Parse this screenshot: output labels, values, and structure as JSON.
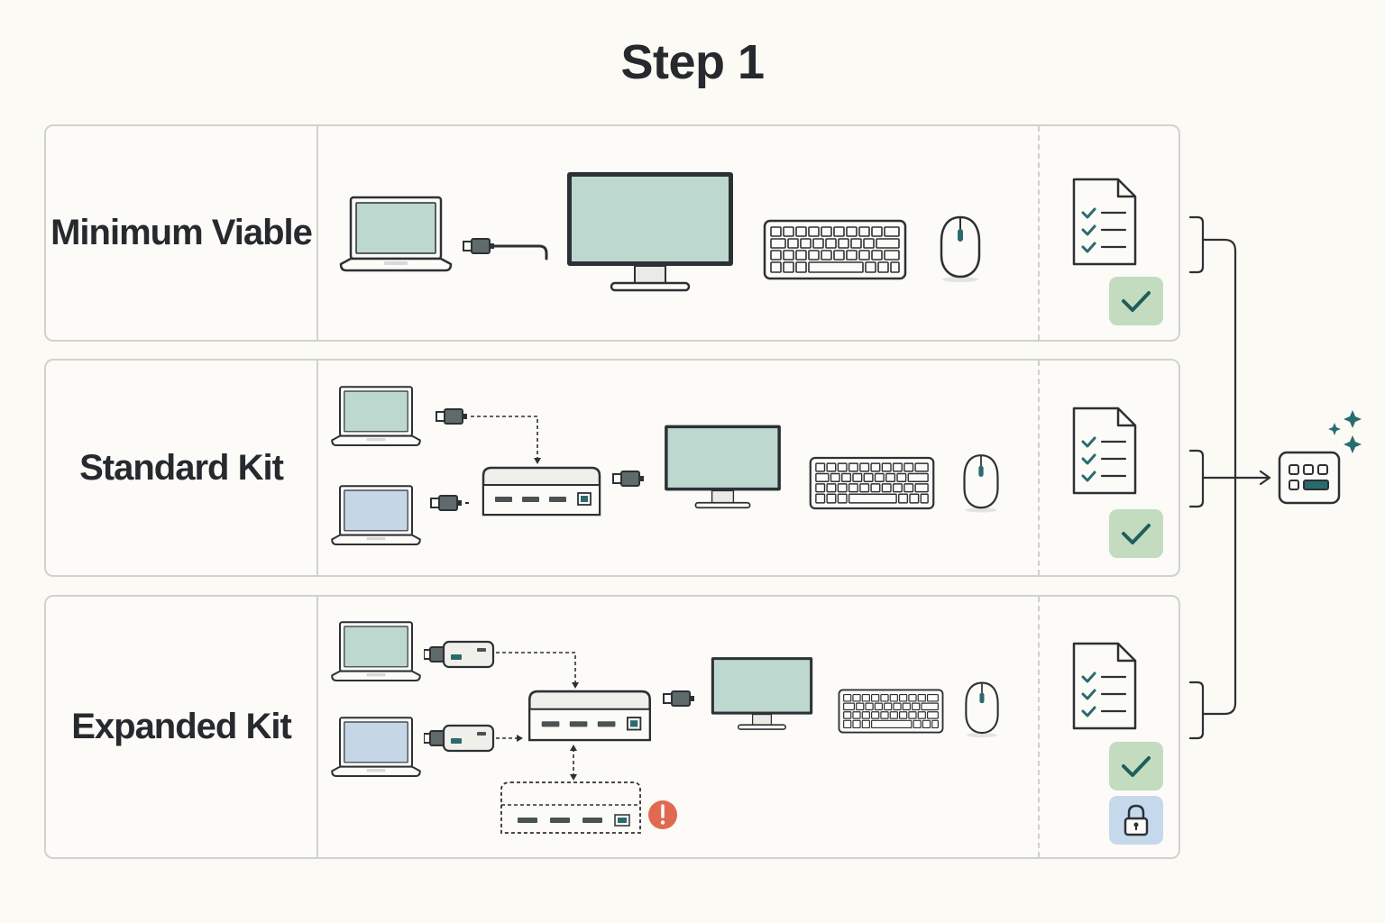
{
  "title": "Step 1",
  "rows": [
    {
      "label": "Minimum Viable",
      "status": [
        "check"
      ]
    },
    {
      "label": "Standard Kit",
      "status": [
        "check"
      ]
    },
    {
      "label": "Expanded Kit",
      "status": [
        "check",
        "lock"
      ]
    }
  ],
  "icons": {
    "laptop": "laptop-icon",
    "monitor": "monitor-icon",
    "keyboard": "keyboard-icon",
    "mouse": "mouse-icon",
    "cable": "usb-cable-icon",
    "hub": "docking-hub-icon",
    "adapter": "usb-adapter-icon",
    "checklist": "checklist-document-icon",
    "check": "checkmark-badge-icon",
    "lock": "lock-badge-icon",
    "warning": "warning-icon",
    "result": "sparkle-dock-icon"
  },
  "colors": {
    "screen_green": "#bdd8cf",
    "screen_blue": "#c5d6e6",
    "accent_teal": "#2a6b6e",
    "check_bg": "#c3dcbf",
    "lock_bg": "#c6d8ec",
    "warning": "#e06a50",
    "outline": "#2d3135"
  }
}
